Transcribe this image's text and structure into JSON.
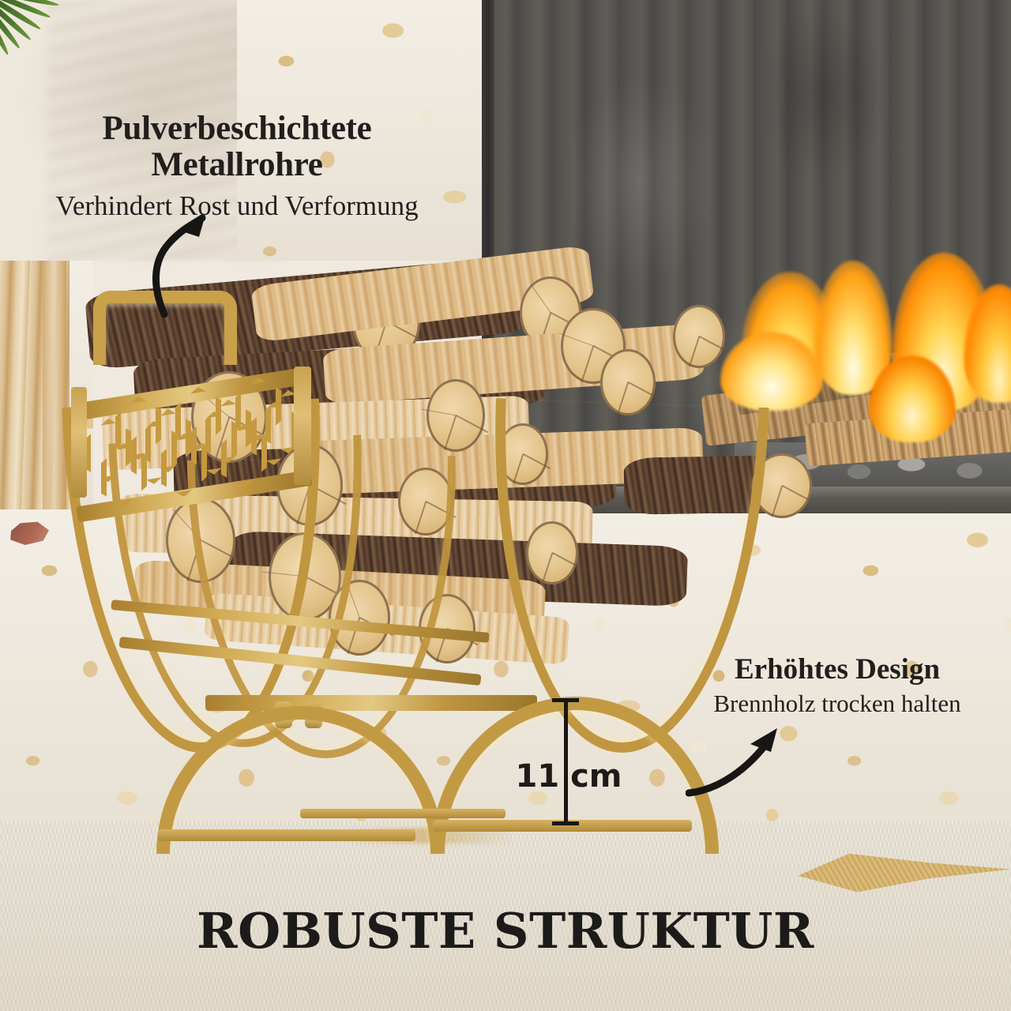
{
  "headline": "ROBUSTE STRUKTUR",
  "annotations": [
    {
      "id": "powder-coated-tubes",
      "title_line1": "Pulverbeschichtete",
      "title_line2": "Metallrohre",
      "subtitle": "Verhindert Rost und Verformung",
      "arrow": "curved-arrow-up-right"
    },
    {
      "id": "elevated-design",
      "title": "Erhöhtes Design",
      "subtitle": "Brennholz trocken halten",
      "arrow": "curved-arrow-up-right"
    }
  ],
  "dimension": {
    "label": "11 cm",
    "kind": "ground-clearance"
  },
  "colors": {
    "gold": "#C9A24E",
    "gold_dark": "#A8822F",
    "gold_light": "#E3C981",
    "text": "#1D1B19",
    "fireplace_wall": "#53514C",
    "terrazzo": "#EFEAE0",
    "flame": "#FFA515"
  },
  "scene": {
    "product": "log-rack",
    "features": [
      "handle",
      "honeycomb-lattice-panel",
      "curved-cradle-ribs",
      "arched-base-legs"
    ],
    "background_elements": [
      "palm-frond",
      "cream-plaster-wall",
      "terrazzo-wall",
      "wood-post",
      "fireplace-wall",
      "fire",
      "stone-bed",
      "woven-rug"
    ]
  }
}
